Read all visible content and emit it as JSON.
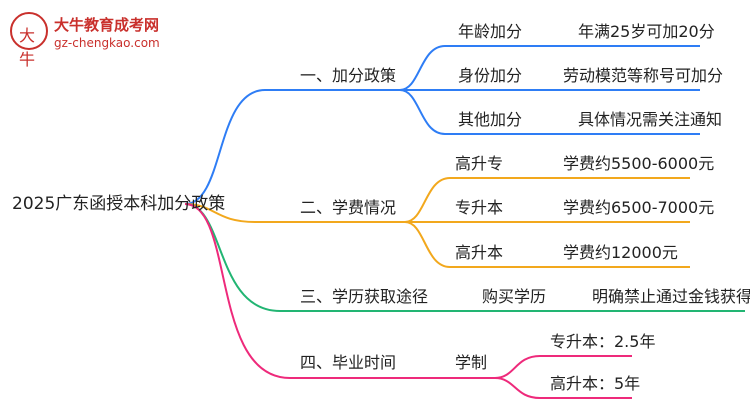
{
  "logo": {
    "name": "大牛教育成考网",
    "url": "gz-chengkao.com",
    "glyph": "大牛"
  },
  "root": "2025广东函授本科加分政策",
  "colors": {
    "blue": "#2e7df5",
    "orange": "#f2a81d",
    "green": "#22b573",
    "magenta": "#ee2a7b",
    "black": "#222222",
    "brand": "#c9302c"
  },
  "branches": [
    {
      "label": "一、加分政策",
      "color": "blue",
      "rows": [
        {
          "item": "年龄加分",
          "detail": "年满25岁可加20分"
        },
        {
          "item": "身份加分",
          "detail": "劳动模范等称号可加分"
        },
        {
          "item": "其他加分",
          "detail": "具体情况需关注通知"
        }
      ]
    },
    {
      "label": "二、学费情况",
      "color": "orange",
      "rows": [
        {
          "item": "高升专",
          "detail": "学费约5500-6000元"
        },
        {
          "item": "专升本",
          "detail": "学费约6500-7000元"
        },
        {
          "item": "高升本",
          "detail": "学费约12000元"
        }
      ]
    },
    {
      "label": "三、学历获取途径",
      "color": "green",
      "rows": [
        {
          "item": "购买学历",
          "detail": "明确禁止通过金钱获得"
        }
      ]
    },
    {
      "label": "四、毕业时间",
      "color": "magenta",
      "rows": [
        {
          "item": "学制",
          "details": [
            "专升本：2.5年",
            "高升本：5年"
          ]
        }
      ]
    }
  ]
}
